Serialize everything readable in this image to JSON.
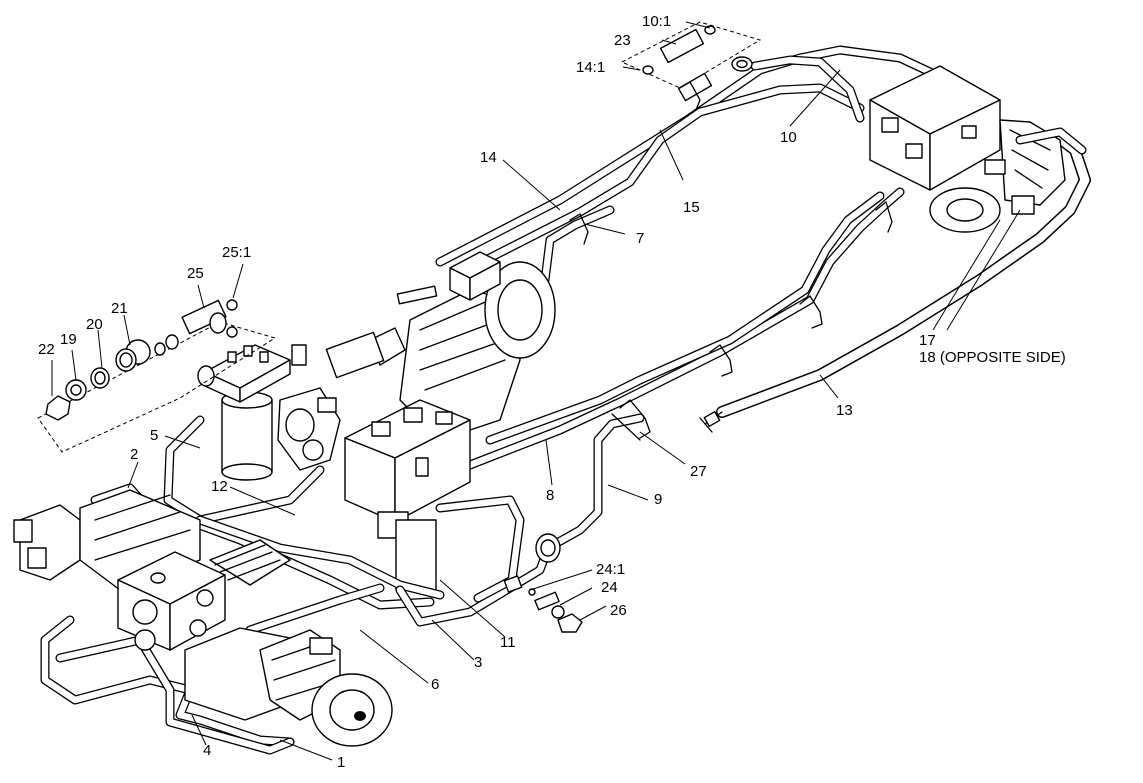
{
  "callouts": [
    {
      "id": "c10_1",
      "text": "10:1"
    },
    {
      "id": "c23",
      "text": "23"
    },
    {
      "id": "c14_1",
      "text": "14:1"
    },
    {
      "id": "c10",
      "text": "10"
    },
    {
      "id": "c14",
      "text": "14"
    },
    {
      "id": "c15",
      "text": "15"
    },
    {
      "id": "c7",
      "text": "7"
    },
    {
      "id": "c25_1",
      "text": "25:1"
    },
    {
      "id": "c25",
      "text": "25"
    },
    {
      "id": "c21",
      "text": "21"
    },
    {
      "id": "c20",
      "text": "20"
    },
    {
      "id": "c19",
      "text": "19"
    },
    {
      "id": "c22",
      "text": "22"
    },
    {
      "id": "c17",
      "text": "17"
    },
    {
      "id": "c18",
      "text": "18 (OPPOSITE SIDE)"
    },
    {
      "id": "c13",
      "text": "13"
    },
    {
      "id": "c5",
      "text": "5"
    },
    {
      "id": "c2",
      "text": "2"
    },
    {
      "id": "c12",
      "text": "12"
    },
    {
      "id": "c27",
      "text": "27"
    },
    {
      "id": "c8",
      "text": "8"
    },
    {
      "id": "c9",
      "text": "9"
    },
    {
      "id": "c24_1",
      "text": "24:1"
    },
    {
      "id": "c24",
      "text": "24"
    },
    {
      "id": "c26",
      "text": "26"
    },
    {
      "id": "c11",
      "text": "11"
    },
    {
      "id": "c3",
      "text": "3"
    },
    {
      "id": "c6",
      "text": "6"
    },
    {
      "id": "c4",
      "text": "4"
    },
    {
      "id": "c1",
      "text": "1"
    }
  ]
}
